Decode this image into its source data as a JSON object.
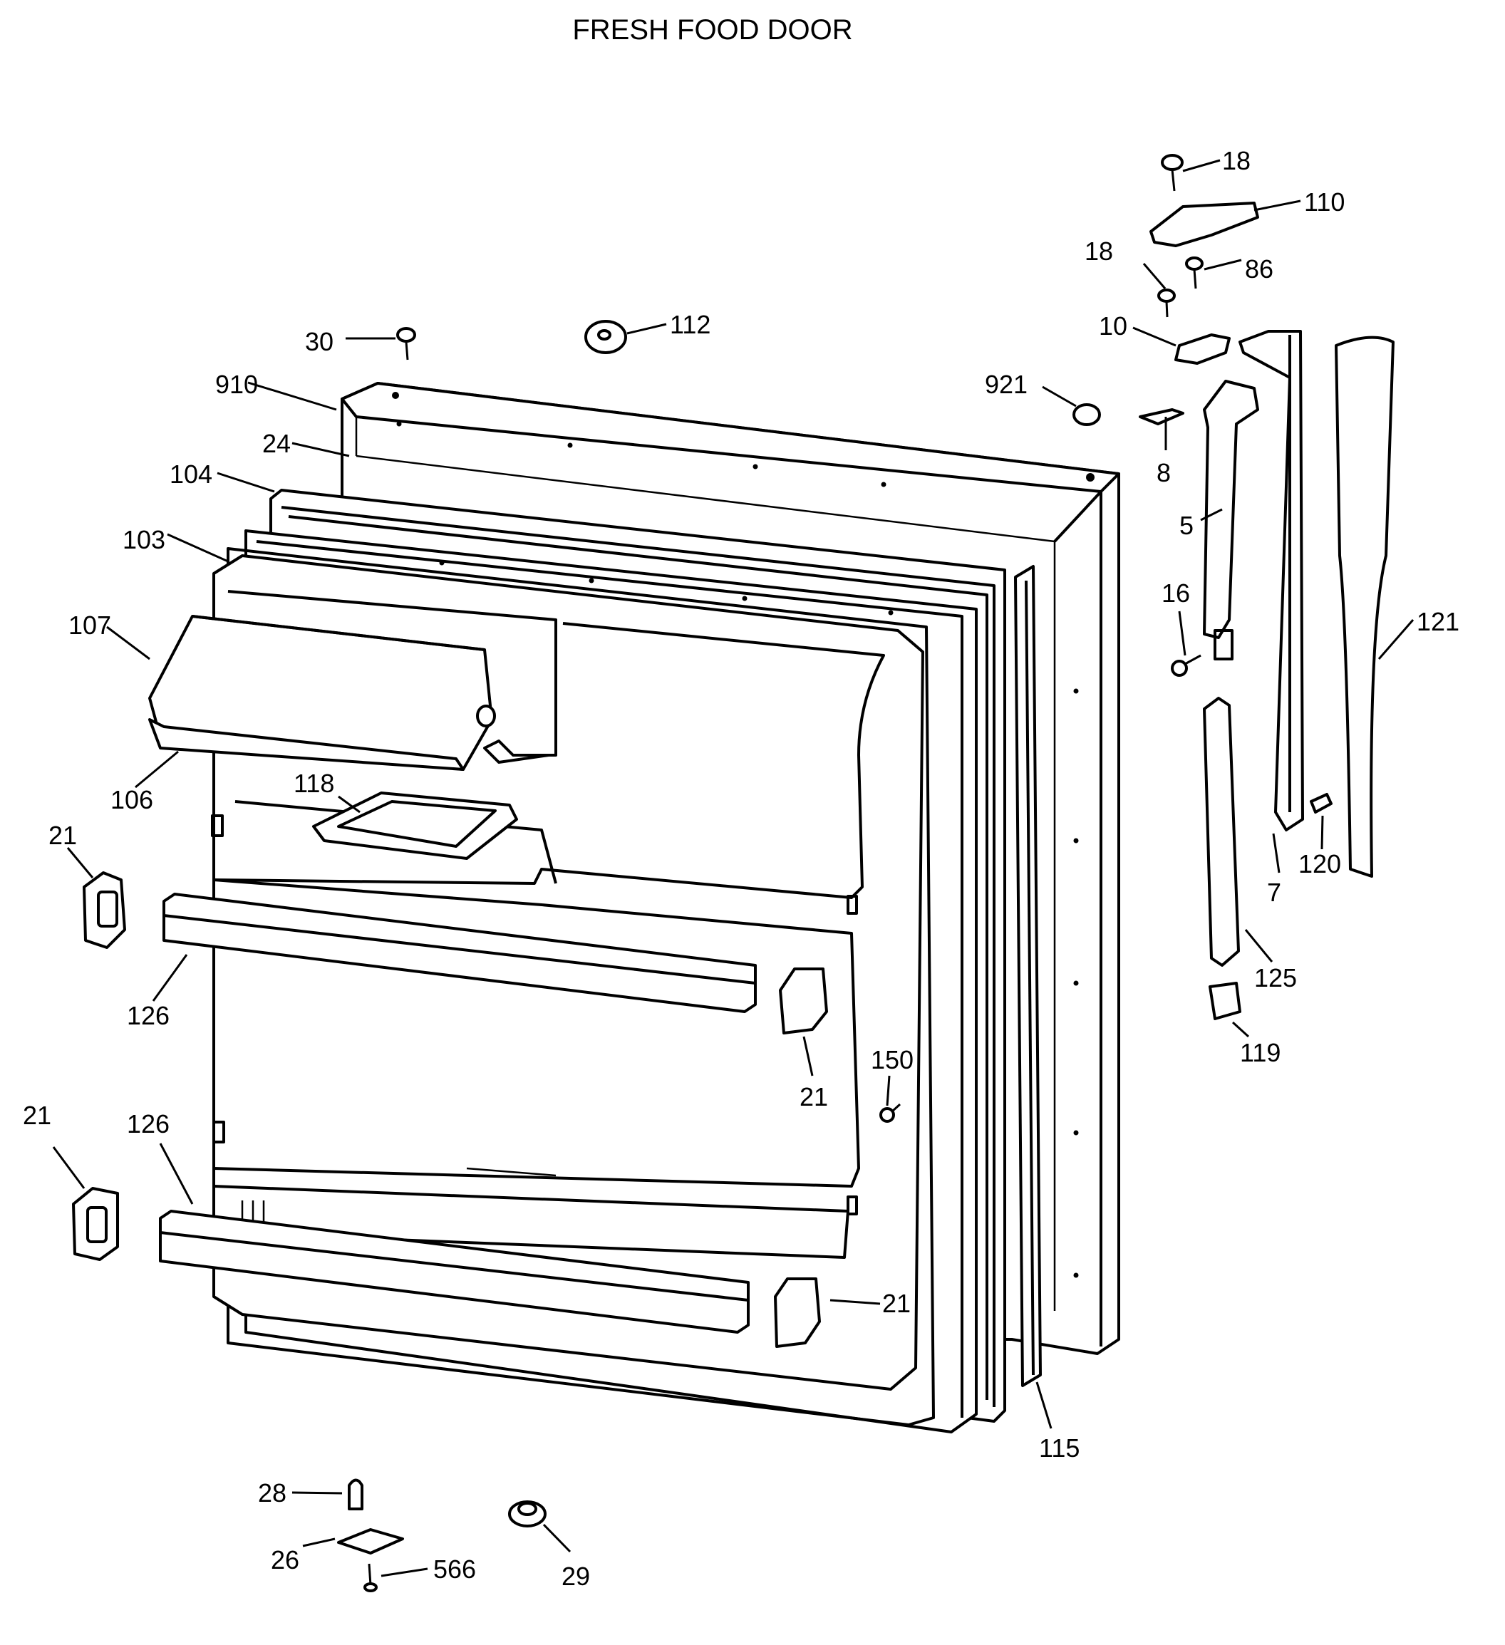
{
  "diagram": {
    "title": "FRESH FOOD DOOR",
    "callouts": {
      "c18a": "18",
      "c110": "110",
      "c18b": "18",
      "c86": "86",
      "c30": "30",
      "c112": "112",
      "c10": "10",
      "c910": "910",
      "c921": "921",
      "c24": "24",
      "c8": "8",
      "c104": "104",
      "c5": "5",
      "c103": "103",
      "c16": "16",
      "c107": "107",
      "c121": "121",
      "c106": "106",
      "c118": "118",
      "c21a": "21",
      "c120": "120",
      "c7": "7",
      "c126a": "126",
      "c125": "125",
      "c119": "119",
      "c150": "150",
      "c21b": "21",
      "c21c": "21",
      "c126b": "126",
      "c21d": "21",
      "c115": "115",
      "c28": "28",
      "c26": "26",
      "c566": "566",
      "c29": "29"
    }
  }
}
